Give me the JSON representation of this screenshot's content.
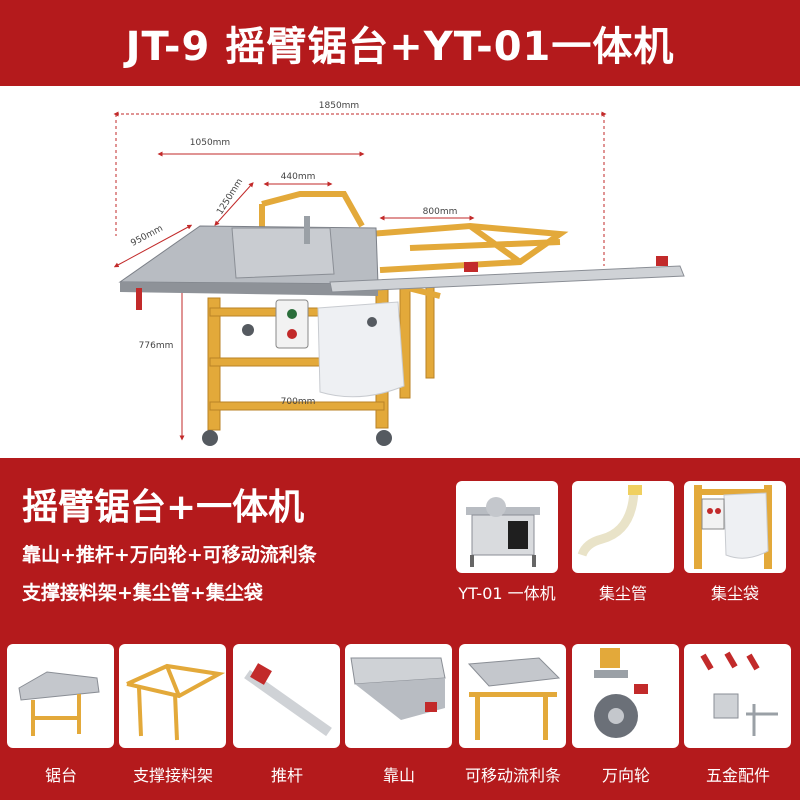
{
  "title": "JT-9 摇臂锯台+YT-01一体机",
  "dimensions": {
    "total_length": "1850mm",
    "sliding_length": "1050mm",
    "top_width": "440mm",
    "arm_length": "1250mm",
    "side_depth": "950mm",
    "extension_length": "800mm",
    "height": "776mm",
    "base_width": "700mm"
  },
  "feature": {
    "headline": "摇臂锯台+一体机",
    "line1": "靠山+推杆+万向轮+可移动流利条",
    "line2": "支撑接料架+集尘管+集尘袋"
  },
  "accessories": [
    {
      "label": "YT-01 一体机"
    },
    {
      "label": "集尘管"
    },
    {
      "label": "集尘袋"
    }
  ],
  "parts": [
    {
      "label": "锯台"
    },
    {
      "label": "支撑接料架"
    },
    {
      "label": "推杆"
    },
    {
      "label": "靠山"
    },
    {
      "label": "可移动流利条"
    },
    {
      "label": "万向轮"
    },
    {
      "label": "五金配件"
    }
  ],
  "colors": {
    "brand_red": "#b41a1c",
    "frame_yellow": "#e3a93a",
    "dimension_red": "#c22a2a"
  }
}
